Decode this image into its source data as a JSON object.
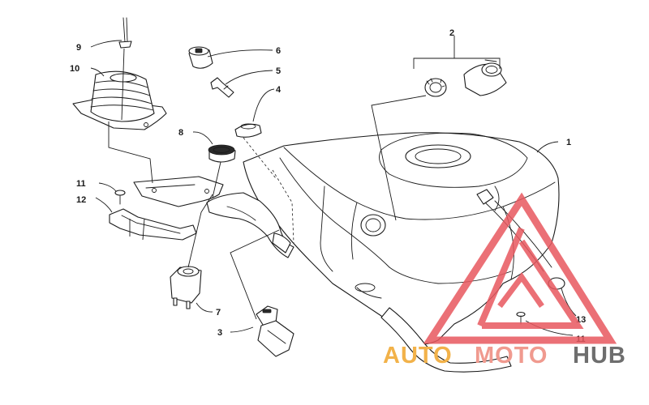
{
  "diagram": {
    "callouts": {
      "p1": "1",
      "p2": "2",
      "p3": "3",
      "p4": "4",
      "p5": "5",
      "p6": "6",
      "p7": "7",
      "p8": "8",
      "p9": "9",
      "p10": "10",
      "p11a": "11",
      "p11b": "11",
      "p12": "12",
      "p13": "13"
    }
  },
  "watermark": {
    "word_a": "AUTO",
    "word_b": "MOTO",
    "word_c": "HUB",
    "colors": {
      "triangle": "#e8585f",
      "auto": "#f2b24a",
      "moto": "#f09a8f",
      "hub": "#6e6e6e"
    }
  }
}
